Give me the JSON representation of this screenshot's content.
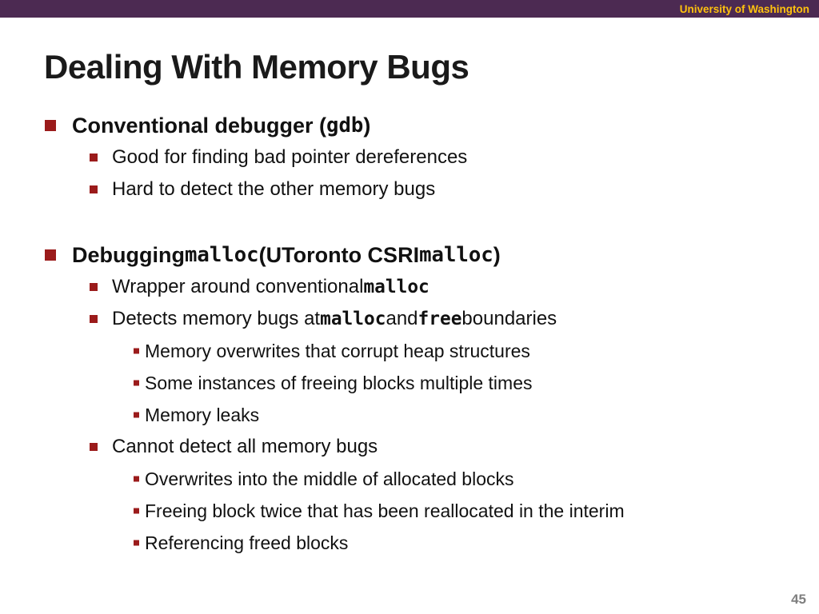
{
  "header": {
    "brand": "University of Washington"
  },
  "slide": {
    "title": "Dealing With Memory Bugs",
    "page_number": "45"
  },
  "colors": {
    "header_bar": "#4c2a52",
    "header_text": "#ffc20e",
    "bullet_square": "#9b1b1b",
    "title_text": "#1a1a1a",
    "page_number": "#7f7f7f"
  },
  "bullets": {
    "b1": {
      "pre": "Conventional debugger (",
      "code": "gdb",
      "post": ")"
    },
    "b1_sub1": "Good for finding bad pointer dereferences",
    "b1_sub2": "Hard to detect the other memory bugs",
    "b2": {
      "pre": "Debugging ",
      "code1": "malloc",
      "mid": " (UToronto CSRI ",
      "code2": "malloc",
      "post": ")"
    },
    "b2_sub1": {
      "pre": "Wrapper around conventional ",
      "code": "malloc"
    },
    "b2_sub2": {
      "pre": "Detects memory bugs at ",
      "code1": "malloc",
      "mid": " and ",
      "code2": "free",
      "post": " boundaries"
    },
    "b2_sub2_a": "Memory overwrites that corrupt heap structures",
    "b2_sub2_b": "Some instances of freeing blocks multiple times",
    "b2_sub2_c": "Memory leaks",
    "b2_sub3": "Cannot detect all memory bugs",
    "b2_sub3_a": "Overwrites into the middle of allocated blocks",
    "b2_sub3_b": "Freeing block twice that has been reallocated in the interim",
    "b2_sub3_c": "Referencing freed blocks"
  }
}
